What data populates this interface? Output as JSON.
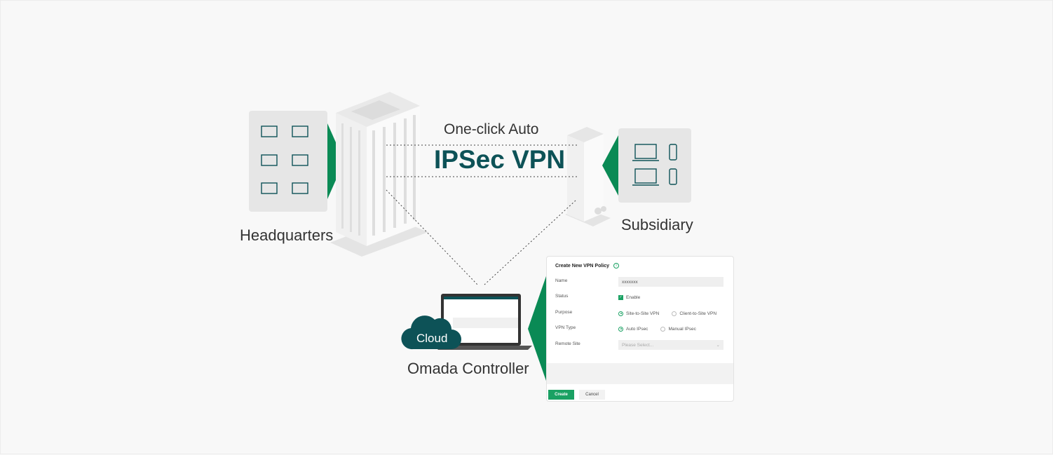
{
  "header": {
    "subtitle": "One-click Auto",
    "title": "IPSec VPN"
  },
  "sites": {
    "hq": "Headquarters",
    "subsidiary": "Subsidiary"
  },
  "controller": {
    "cloud": "Cloud",
    "name": "Omada Controller"
  },
  "dialog": {
    "title": "Create New VPN Policy",
    "name_label": "Name",
    "name_value": "xxxxxxx",
    "status_label": "Status",
    "status_option": "Enable",
    "purpose_label": "Purpose",
    "purpose_options": [
      "Site-to-Site VPN",
      "Client-to-Site VPN"
    ],
    "type_label": "VPN Type",
    "type_options": [
      "Auto IPsec",
      "Manual IPsec"
    ],
    "remote_label": "Remote Site",
    "remote_placeholder": "Please Select...",
    "create": "Create",
    "cancel": "Cancel"
  },
  "colors": {
    "green": "#0a8a55",
    "teal": "#0d5257",
    "panel": "#e6e6e6"
  }
}
